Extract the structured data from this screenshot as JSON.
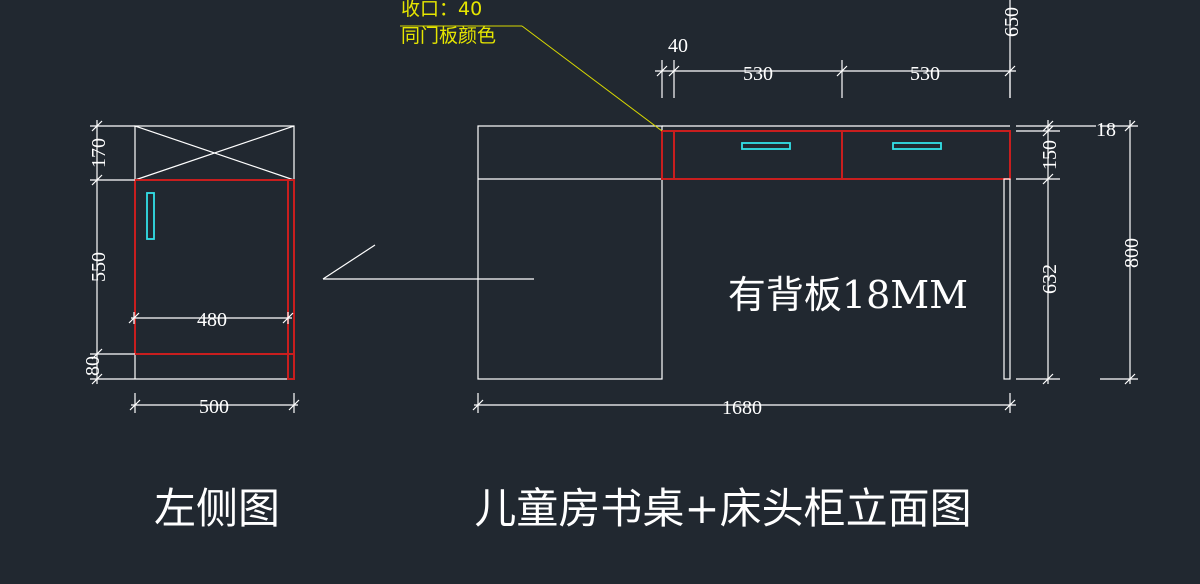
{
  "annotation": {
    "closure_line": "收口：40",
    "color_line": "同门板颜色"
  },
  "side_view": {
    "title": "左侧图",
    "dim_top": "170",
    "dim_mid": "550",
    "dim_bottom": "80",
    "dim_inner_width": "480",
    "dim_width": "500"
  },
  "front_view": {
    "title": "儿童房书桌+床头柜立面图",
    "back_panel_note": "有背板18MM",
    "dim_40": "40",
    "dim_530_left": "530",
    "dim_530_right": "530",
    "dim_650": "650",
    "dim_18": "18",
    "dim_150": "150",
    "dim_632": "632",
    "dim_800": "800",
    "dim_1680": "1680"
  },
  "colors": {
    "background": "#212830",
    "line": "#ffffff",
    "panel_edge": "#c81e1e",
    "handle": "#33e0e8",
    "leader": "#d8d800"
  }
}
